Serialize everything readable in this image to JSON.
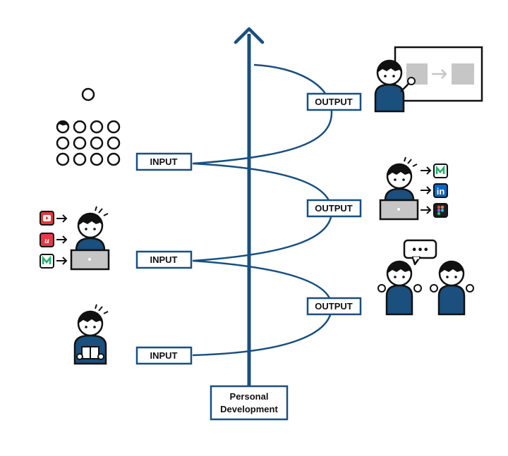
{
  "colors": {
    "primary": "#1a4f7e",
    "dark": "#0f2740",
    "ink": "#111111",
    "gray": "#c6c6c6",
    "youtube": "#e53935",
    "udemy": "#e53947",
    "medium_green": "#22b06b",
    "linkedin": "#0a66c2",
    "figma_bg": "#1e1e1e"
  },
  "axis": {
    "label_line1": "Personal",
    "label_line2": "Development"
  },
  "inputs": [
    {
      "label": "INPUT"
    },
    {
      "label": "INPUT"
    },
    {
      "label": "INPUT"
    }
  ],
  "outputs": [
    {
      "label": "OUTPUT"
    },
    {
      "label": "OUTPUT"
    },
    {
      "label": "OUTPUT"
    }
  ],
  "icons": {
    "youtube": "youtube-icon",
    "udemy": "udemy-icon",
    "medium": "medium-icon",
    "linkedin": "linkedin-icon",
    "figma": "figma-icon",
    "linkedin_text": "in",
    "speech": "•••"
  }
}
